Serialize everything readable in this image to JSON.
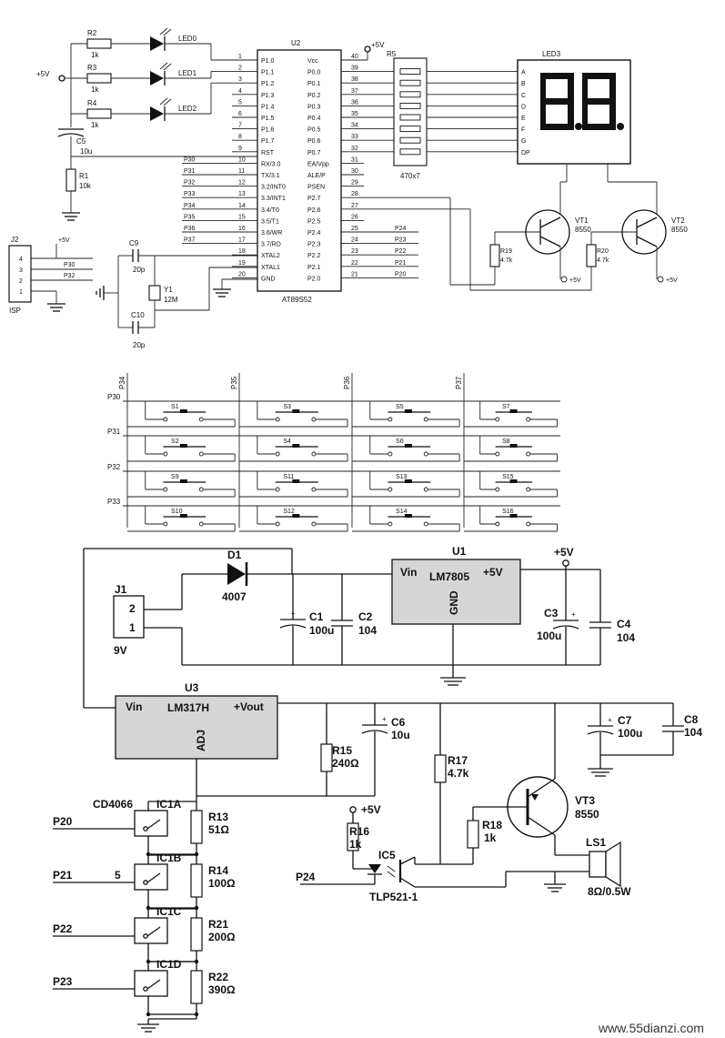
{
  "mcu": {
    "ref": "U2",
    "part": "AT89S52",
    "left_pins": [
      {
        "num": "1",
        "name": "P1.0"
      },
      {
        "num": "2",
        "name": "P1.1"
      },
      {
        "num": "3",
        "name": "P1.2"
      },
      {
        "num": "4",
        "name": "P1.3"
      },
      {
        "num": "5",
        "name": "P1.4"
      },
      {
        "num": "6",
        "name": "P1.5"
      },
      {
        "num": "7",
        "name": "P1.6"
      },
      {
        "num": "8",
        "name": "P1.7"
      },
      {
        "num": "9",
        "name": "RST"
      },
      {
        "num": "10",
        "name": "RX/3.0"
      },
      {
        "num": "11",
        "name": "TX/3.1"
      },
      {
        "num": "12",
        "name": "3.2/INT0"
      },
      {
        "num": "13",
        "name": "3.3/INT1"
      },
      {
        "num": "14",
        "name": "3.4/T0"
      },
      {
        "num": "15",
        "name": "3.5/T1"
      },
      {
        "num": "16",
        "name": "3.6/WR"
      },
      {
        "num": "17",
        "name": "3.7/RD"
      },
      {
        "num": "18",
        "name": "XTAL2"
      },
      {
        "num": "19",
        "name": "XTAL1"
      },
      {
        "num": "20",
        "name": "GND"
      }
    ],
    "right_pins": [
      {
        "num": "40",
        "name": "Vcc"
      },
      {
        "num": "39",
        "name": "P0.0"
      },
      {
        "num": "38",
        "name": "P0.1"
      },
      {
        "num": "37",
        "name": "P0.2"
      },
      {
        "num": "36",
        "name": "P0.3"
      },
      {
        "num": "35",
        "name": "P0.4"
      },
      {
        "num": "34",
        "name": "P0.5"
      },
      {
        "num": "33",
        "name": "P0.6"
      },
      {
        "num": "32",
        "name": "P0.7"
      },
      {
        "num": "31",
        "name": "EA/Vpp"
      },
      {
        "num": "30",
        "name": "ALE/P"
      },
      {
        "num": "29",
        "name": "PSEN"
      },
      {
        "num": "28",
        "name": "P2.7"
      },
      {
        "num": "27",
        "name": "P2.6"
      },
      {
        "num": "26",
        "name": "P2.5"
      },
      {
        "num": "25",
        "name": "P2.4"
      },
      {
        "num": "24",
        "name": "P2.3"
      },
      {
        "num": "23",
        "name": "P2.2"
      },
      {
        "num": "22",
        "name": "P2.1"
      },
      {
        "num": "21",
        "name": "P2.0"
      }
    ],
    "left_nets": [
      "",
      "",
      "",
      "",
      "",
      "",
      "",
      "",
      "",
      "P30",
      "P31",
      "P32",
      "P33",
      "P34",
      "P35",
      "P36",
      "P37",
      "",
      "",
      ""
    ],
    "right_nets": [
      "",
      "",
      "",
      "",
      "",
      "",
      "",
      "",
      "",
      "",
      "",
      "",
      "",
      "",
      "",
      "P24",
      "P23",
      "P22",
      "P21",
      "P20"
    ]
  },
  "leds": [
    {
      "res_ref": "R2",
      "res_val": "1k",
      "led_ref": "LED0"
    },
    {
      "res_ref": "R3",
      "res_val": "1k",
      "led_ref": "LED1"
    },
    {
      "res_ref": "R4",
      "res_val": "1k",
      "led_ref": "LED2"
    }
  ],
  "reset": {
    "cap_ref": "C5",
    "cap_val": "10u",
    "res_ref": "R1",
    "res_val": "10k"
  },
  "supply_labels": {
    "plus5v": "+5V",
    "plus5v_left": "+5V"
  },
  "resnet": {
    "ref": "R5",
    "val": "470x7"
  },
  "display": {
    "ref": "LED3",
    "segments": [
      "A",
      "B",
      "C",
      "D",
      "E",
      "F",
      "G",
      "DP"
    ]
  },
  "transistors": [
    {
      "ref": "VT1",
      "val": "8550",
      "res_ref": "R19",
      "res_val": "4.7k",
      "rail": "+5V"
    },
    {
      "ref": "VT2",
      "val": "8550",
      "res_ref": "R20",
      "res_val": "4.7k",
      "rail": "+5V"
    }
  ],
  "isp": {
    "ref": "J2",
    "pins": [
      "4",
      "3",
      "2",
      "1"
    ],
    "nets": [
      "+5V",
      "P30",
      "P32"
    ],
    "name": "ISP"
  },
  "crystal": {
    "ref": "Y1",
    "val": "12M",
    "c1_ref": "C9",
    "c1_val": "20p",
    "c2_ref": "C10",
    "c2_val": "20p"
  },
  "keypad": {
    "rows": [
      "P30",
      "P31",
      "P32",
      "P33"
    ],
    "cols": [
      "P34",
      "P35",
      "P36",
      "P37"
    ],
    "switches": [
      [
        "S1",
        "S3",
        "S5",
        "S7"
      ],
      [
        "S2",
        "S4",
        "S6",
        "S8"
      ],
      [
        "S9",
        "S11",
        "S13",
        "S15"
      ],
      [
        "S10",
        "S12",
        "S14",
        "S16"
      ]
    ]
  },
  "psu": {
    "j1_ref": "J1",
    "j1_pins": [
      "2",
      "1"
    ],
    "j1_val": "9V",
    "d1_ref": "D1",
    "d1_val": "4007",
    "c1_ref": "C1",
    "c1_val": "100u",
    "c2_ref": "C2",
    "c2_val": "104",
    "u1_ref": "U1",
    "u1_vin": "Vin",
    "u1_part": "LM7805",
    "u1_vout": "+5V",
    "u1_gnd": "GND",
    "out_label": "+5V",
    "c3_ref": "C3",
    "c3_val": "100u",
    "c4_ref": "C4",
    "c4_val": "104"
  },
  "amp": {
    "u3_ref": "U3",
    "u3_vin": "Vin",
    "u3_part": "LM317H",
    "u3_vout": "+Vout",
    "u3_adj": "ADJ",
    "c6_ref": "C6",
    "c6_val": "10u",
    "r15_ref": "R15",
    "r15_val": "240Ω",
    "r17_ref": "R17",
    "r17_val": "4.7k",
    "c7_ref": "C7",
    "c7_val": "100u",
    "c8_ref": "C8",
    "c8_val": "104",
    "vt3_ref": "VT3",
    "vt3_val": "8550",
    "r18_ref": "R18",
    "r18_val": "1k",
    "r16_ref": "R16",
    "r16_val": "1k",
    "r16_rail": "+5V",
    "ic5_ref": "IC5",
    "ic5_part": "TLP521-1",
    "p24": "P24",
    "ls1_ref": "LS1",
    "ls1_val": "8Ω/0.5W"
  },
  "switch_chain": {
    "part": "CD4066",
    "stages": [
      {
        "net": "P20",
        "ic": "IC1A",
        "r_ref": "R13",
        "r_val": "51Ω",
        "note": ""
      },
      {
        "net": "P21",
        "ic": "IC1B",
        "r_ref": "R14",
        "r_val": "100Ω",
        "note": "5"
      },
      {
        "net": "P22",
        "ic": "IC1C",
        "r_ref": "R21",
        "r_val": "200Ω",
        "note": ""
      },
      {
        "net": "P23",
        "ic": "IC1D",
        "r_ref": "R22",
        "r_val": "390Ω",
        "note": ""
      }
    ]
  },
  "footer": {
    "url": "www.55dianzi.com"
  }
}
